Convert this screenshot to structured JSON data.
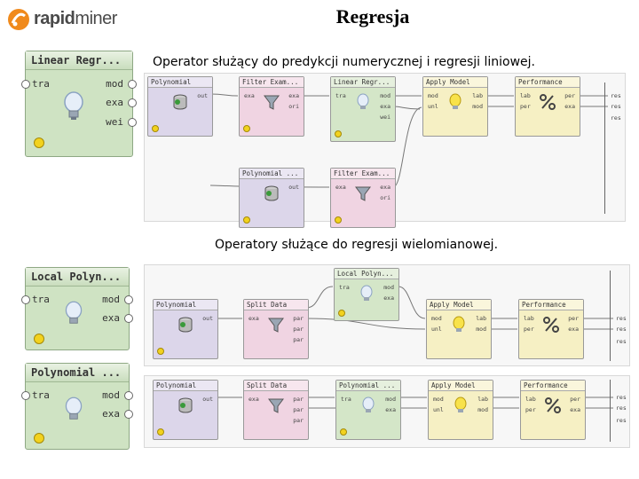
{
  "logo": {
    "brand_bold": "rapid",
    "brand_light": "miner"
  },
  "title": "Regresja",
  "caption_linear": "Operator służący do predykcji numerycznej i regresji liniowej.",
  "caption_poly": "Operatory służące do regresji wielomianowej.",
  "big_linear": {
    "title": "Linear Regr...",
    "in_port": "tra",
    "out_ports": [
      "mod",
      "exa",
      "wei"
    ]
  },
  "big_local": {
    "title": "Local Polyn...",
    "in_port": "tra",
    "out_ports": [
      "mod",
      "exa"
    ]
  },
  "big_polynomial": {
    "title": "Polynomial ...",
    "in_port": "tra",
    "out_ports": [
      "mod",
      "exa"
    ]
  },
  "p1": {
    "op1": {
      "title": "Polynomial",
      "in": [],
      "out": [
        "out"
      ]
    },
    "op2": {
      "title": "Filter Exam...",
      "in": [
        "exa"
      ],
      "out": [
        "exa",
        "ori"
      ]
    },
    "op3": {
      "title": "Linear Regr...",
      "in": [
        "tra"
      ],
      "out": [
        "mod",
        "exa",
        "wei"
      ]
    },
    "op4": {
      "title": "Apply Model",
      "in": [
        "mod",
        "unl"
      ],
      "out": [
        "lab",
        "mod"
      ]
    },
    "op5": {
      "title": "Performance",
      "in": [
        "lab",
        "per"
      ],
      "out": [
        "per",
        "exa"
      ]
    },
    "op6": {
      "title": "Polynomial ...",
      "in": [],
      "out": [
        "out"
      ]
    },
    "op7": {
      "title": "Filter Exam...",
      "in": [
        "exa"
      ],
      "out": [
        "exa",
        "ori"
      ]
    },
    "res": [
      "res",
      "res",
      "res"
    ]
  },
  "p2": {
    "op1": {
      "title": "Polynomial",
      "in": [],
      "out": [
        "out"
      ]
    },
    "op2": {
      "title": "Split Data",
      "in": [
        "exa"
      ],
      "out": [
        "par",
        "par",
        "par"
      ]
    },
    "op3": {
      "title": "Local Polyn...",
      "in": [
        "tra"
      ],
      "out": [
        "mod",
        "exa"
      ]
    },
    "op4": {
      "title": "Apply Model",
      "in": [
        "mod",
        "unl"
      ],
      "out": [
        "lab",
        "mod"
      ]
    },
    "op5": {
      "title": "Performance",
      "in": [
        "lab",
        "per"
      ],
      "out": [
        "per",
        "exa"
      ]
    },
    "res": [
      "res",
      "res",
      "res"
    ]
  },
  "p3": {
    "op1": {
      "title": "Polynomial",
      "in": [],
      "out": [
        "out"
      ]
    },
    "op2": {
      "title": "Split Data",
      "in": [
        "exa"
      ],
      "out": [
        "par",
        "par",
        "par"
      ]
    },
    "op3": {
      "title": "Polynomial ...",
      "in": [
        "tra"
      ],
      "out": [
        "mod",
        "exa"
      ]
    },
    "op4": {
      "title": "Apply Model",
      "in": [
        "mod",
        "unl"
      ],
      "out": [
        "lab",
        "mod"
      ]
    },
    "op5": {
      "title": "Performance",
      "in": [
        "lab",
        "per"
      ],
      "out": [
        "per",
        "exa"
      ]
    },
    "res": [
      "res",
      "res",
      "res"
    ]
  },
  "colors": {
    "learner": "#d4e6c8",
    "data": "#dcd6ea",
    "transform": "#f0d4e2",
    "apply": "#f6f0c4"
  },
  "icons": {
    "data": "database-icon",
    "filter": "funnel-icon",
    "learner": "lightbulb-icon",
    "apply": "lightbulb-on-icon",
    "performance": "percent-icon"
  }
}
